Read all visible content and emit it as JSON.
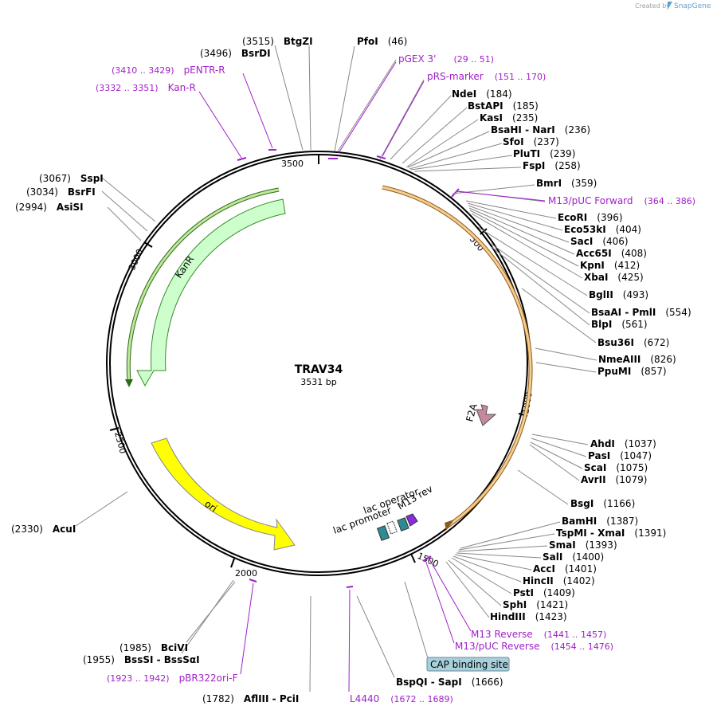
{
  "brand": {
    "created_by": "Created by",
    "app": "SnapGene"
  },
  "plasmid": {
    "name": "TRAV34",
    "length": "3531 bp"
  },
  "ticks": [
    "500",
    "1000",
    "1500",
    "2000",
    "2500",
    "3000",
    "3500"
  ],
  "enzymes_right": [
    {
      "name": "PfoI",
      "pos": "(46)"
    },
    {
      "name": "NdeI",
      "pos": "(184)"
    },
    {
      "name": "BstAPI",
      "pos": "(185)"
    },
    {
      "name": "KasI",
      "pos": "(235)"
    },
    {
      "name": "BsaHI  -  NarI",
      "pos": "(236)"
    },
    {
      "name": "SfoI",
      "pos": "(237)"
    },
    {
      "name": "PluTI",
      "pos": "(239)"
    },
    {
      "name": "FspI",
      "pos": "(258)"
    },
    {
      "name": "BmrI",
      "pos": "(359)"
    },
    {
      "name": "EcoRI",
      "pos": "(396)"
    },
    {
      "name": "Eco53kI",
      "pos": "(404)"
    },
    {
      "name": "SacI",
      "pos": "(406)"
    },
    {
      "name": "Acc65I",
      "pos": "(408)"
    },
    {
      "name": "KpnI",
      "pos": "(412)"
    },
    {
      "name": "XbaI",
      "pos": "(425)"
    },
    {
      "name": "BglII",
      "pos": "(493)"
    },
    {
      "name": "BsaAI  -  PmlI",
      "pos": "(554)"
    },
    {
      "name": "BlpI",
      "pos": "(561)"
    },
    {
      "name": "Bsu36I",
      "pos": "(672)"
    },
    {
      "name": "NmeAIII",
      "pos": "(826)"
    },
    {
      "name": "PpuMI",
      "pos": "(857)"
    },
    {
      "name": "AhdI",
      "pos": "(1037)"
    },
    {
      "name": "PasI",
      "pos": "(1047)"
    },
    {
      "name": "ScaI",
      "pos": "(1075)"
    },
    {
      "name": "AvrII",
      "pos": "(1079)"
    },
    {
      "name": "BsgI",
      "pos": "(1166)"
    },
    {
      "name": "BamHI",
      "pos": "(1387)"
    },
    {
      "name": "TspMI  -  XmaI",
      "pos": "(1391)"
    },
    {
      "name": "SmaI",
      "pos": "(1393)"
    },
    {
      "name": "SalI",
      "pos": "(1400)"
    },
    {
      "name": "AccI",
      "pos": "(1401)"
    },
    {
      "name": "HincII",
      "pos": "(1402)"
    },
    {
      "name": "PstI",
      "pos": "(1409)"
    },
    {
      "name": "SphI",
      "pos": "(1421)"
    },
    {
      "name": "HindIII",
      "pos": "(1423)"
    }
  ],
  "enzymes_bottom": [
    {
      "name": "BspQI  -  SapI",
      "pos": "(1666)"
    },
    {
      "name": "AflIII  -  PciI",
      "pos": "(1782)"
    }
  ],
  "enzymes_left": [
    {
      "name": "BtgZI",
      "pos": "(3515)"
    },
    {
      "name": "BsrDI",
      "pos": "(3496)"
    },
    {
      "name": "SspI",
      "pos": "(3067)"
    },
    {
      "name": "BsrFI",
      "pos": "(3034)"
    },
    {
      "name": "AsiSI",
      "pos": "(2994)"
    },
    {
      "name": "AcuI",
      "pos": "(2330)"
    },
    {
      "name": "BciVI",
      "pos": "(1985)"
    },
    {
      "name": "BssSI  -  BssSαI",
      "pos": "(1955)"
    }
  ],
  "primers": [
    {
      "name": "pGEX 3'",
      "range": "(29 .. 51)"
    },
    {
      "name": "pRS-marker",
      "range": "(151 .. 170)"
    },
    {
      "name": "M13/pUC Forward",
      "range": "(364 .. 386)"
    },
    {
      "name": "M13 Reverse",
      "range": "(1441 .. 1457)"
    },
    {
      "name": "M13/pUC Reverse",
      "range": "(1454 .. 1476)"
    },
    {
      "name": "L4440",
      "range": "(1672 .. 1689)"
    },
    {
      "name": "pBR322ori-F",
      "range": "(1923 .. 1942)"
    },
    {
      "name": "pENTR-R",
      "range": "(3410 .. 3429)"
    },
    {
      "name": "Kan-R",
      "range": "(3332 .. 3351)"
    }
  ],
  "features": {
    "kanr": "KanR",
    "ori": "ori",
    "f2a": "F2A",
    "lac_operator": "lac operator",
    "lac_promoter": "lac promoter",
    "m13_rev": "M13 rev",
    "cap": "CAP binding site"
  },
  "colors": {
    "backbone": "#000000",
    "primer": "#a020c8",
    "kanr_fill": "#ccffcc",
    "kanr_stroke": "#3a8a2a",
    "ori_fill": "#ffff00",
    "orf_stroke": "#f0b868",
    "f2a_fill": "#c48a9c",
    "promoter_fill": "#2f8a94",
    "m13rev_fill": "#8a2be2",
    "cap_fill": "#a8d0dc"
  }
}
